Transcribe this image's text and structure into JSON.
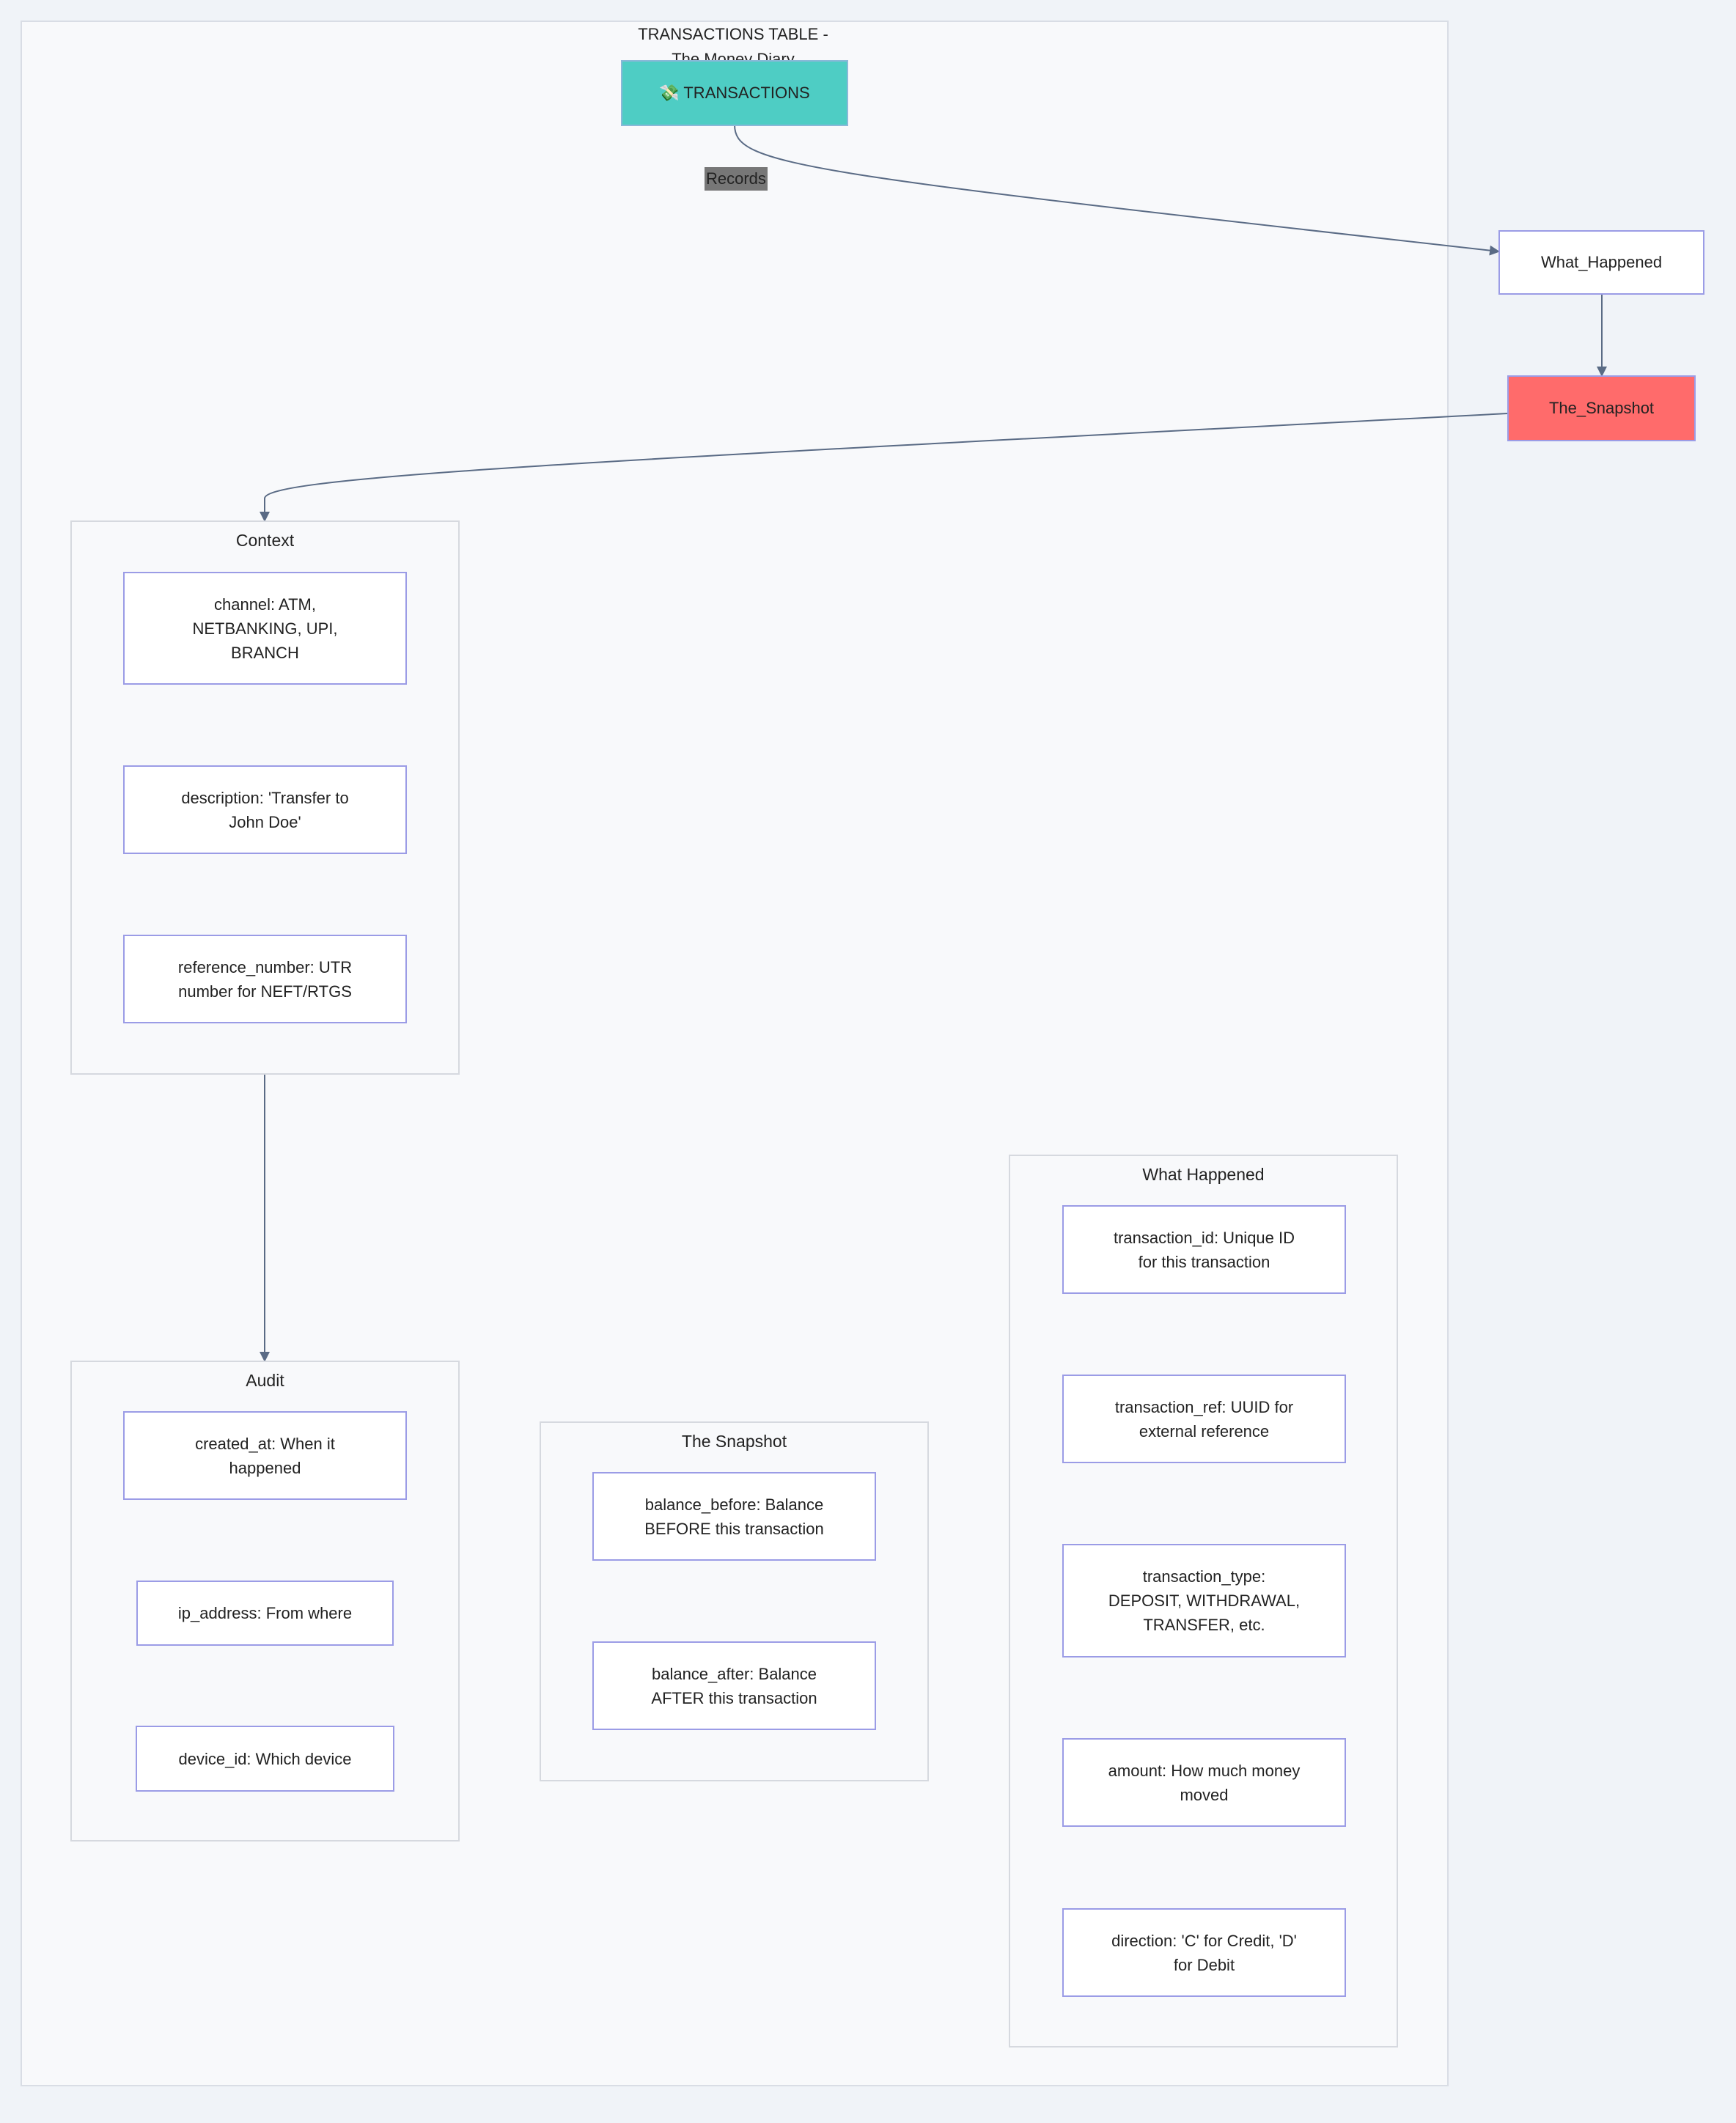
{
  "title": {
    "line1": "TRANSACTIONS TABLE -",
    "line2": "The Money Diary"
  },
  "nodes": {
    "transactions": "💸 TRANSACTIONS",
    "what_happened": "What_Happened",
    "the_snapshot": "The_Snapshot"
  },
  "edges": {
    "records_label": "Records"
  },
  "groups": {
    "context": {
      "label": "Context",
      "fields": [
        "channel: ATM,\nNETBANKING, UPI,\nBRANCH",
        "description: 'Transfer to\nJohn Doe'",
        "reference_number: UTR\nnumber for NEFT/RTGS"
      ]
    },
    "audit": {
      "label": "Audit",
      "fields": [
        "created_at: When it\nhappened",
        "ip_address: From where",
        "device_id: Which device"
      ]
    },
    "snapshot": {
      "label": "The Snapshot",
      "fields": [
        "balance_before: Balance\nBEFORE this transaction",
        "balance_after: Balance\nAFTER this transaction"
      ]
    },
    "what_happened": {
      "label": "What Happened",
      "fields": [
        "transaction_id: Unique ID\nfor this transaction",
        "transaction_ref: UUID for\nexternal reference",
        "transaction_type:\nDEPOSIT, WITHDRAWAL,\nTRANSFER, etc.",
        "amount: How much money\nmoved",
        "direction: 'C' for Credit, 'D'\nfor Debit"
      ]
    }
  },
  "colors": {
    "transactions_fill": "#4ecdc4",
    "snapshot_fill": "#ff6b6b",
    "edge": "#5a6b85",
    "field_border": "#9b9ce6"
  }
}
